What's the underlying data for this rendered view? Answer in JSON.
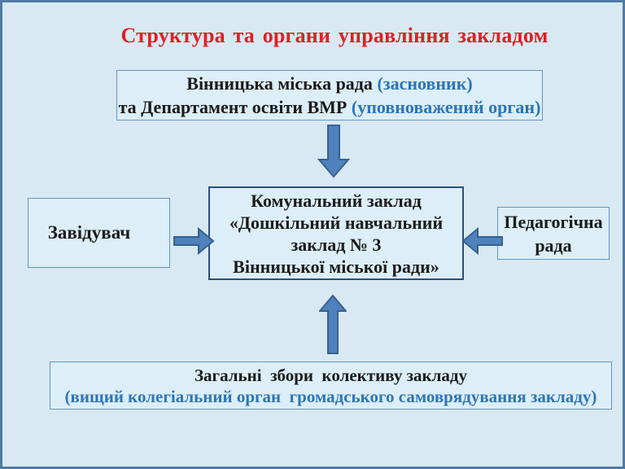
{
  "title": "Структура та органи управління закладом",
  "founder_box": {
    "line1_main": "Вінницька міська рада ",
    "line1_note": "(засновник)",
    "line2_main": "та Департамент освіти ВМР ",
    "line2_note": "(уповноважений орган)"
  },
  "institution_box": {
    "text": "Комунальний заклад\n«Дошкільний навчальний\nзаклад № 3\nВінницької міської ради»"
  },
  "head_box": {
    "label": "Завідувач"
  },
  "pedagogical_box": {
    "label": "Педагогічна\nрада"
  },
  "assembly_box": {
    "line1_main": "Загальні  збори  колективу закладу",
    "line2_note": "(вищий колегіальний орган  громадського самоврядування закладу)"
  },
  "colors": {
    "page_background": "#d8e9f3",
    "page_border": "#4e7aa5",
    "title_red": "#e01f23",
    "text_black": "#1b1b1b",
    "text_blue": "#2e75b6",
    "box_background": "#dceef8",
    "box_border_light": "#6297be",
    "box_border_dark": "#2d5078",
    "arrow_fill": "#4f81bd",
    "arrow_stroke": "#38618f"
  }
}
